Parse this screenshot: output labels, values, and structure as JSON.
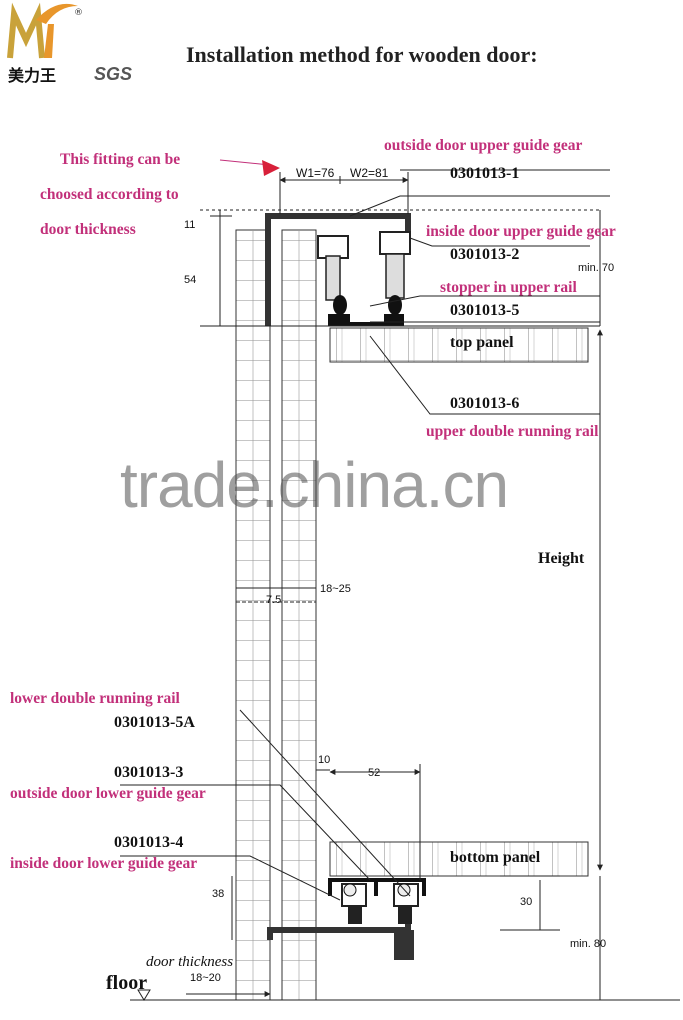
{
  "logo": {
    "brand_cn": "美力王",
    "cert": "SGS",
    "reg_mark": "®",
    "icon": "mi-logo-icon"
  },
  "title": "Installation method for wooden door:",
  "labels": {
    "fitting_1": "This fitting can be",
    "fitting_2": "choosed according to",
    "fitting_3": "door thickness",
    "outside_upper": "outside door upper guide gear",
    "code_1": "0301013-1",
    "inside_upper": "inside door upper guide gear",
    "code_2": "0301013-2",
    "stopper": "stopper in upper rail",
    "code_5": "0301013-5",
    "top_panel": "top panel",
    "code_6": "0301013-6",
    "upper_rail": "upper double running rail",
    "height": "Height",
    "lower_rail": "lower double running rail",
    "code_5a": "0301013-5A",
    "code_3": "0301013-3",
    "outside_lower": "outside door lower guide gear",
    "code_4": "0301013-4",
    "inside_lower": "inside door lower guide gear",
    "bottom_panel": "bottom panel",
    "door_thickness": "door thickness",
    "floor": "floor"
  },
  "dimensions": {
    "w1": "W1=76",
    "w2": "W2=81",
    "d11": "11",
    "d54": "54",
    "min70": "min. 70",
    "d18_25": "18~25",
    "d7_5": "7.5",
    "d10": "10",
    "d52": "52",
    "d30": "30",
    "d38": "38",
    "min80": "min. 80",
    "d18_20": "18~20"
  },
  "watermark": "trade.china.cn",
  "colors": {
    "accent": "#c2307a",
    "line": "#222222",
    "logo_orange": "#e8962b",
    "logo_gold": "#c9a23a"
  }
}
